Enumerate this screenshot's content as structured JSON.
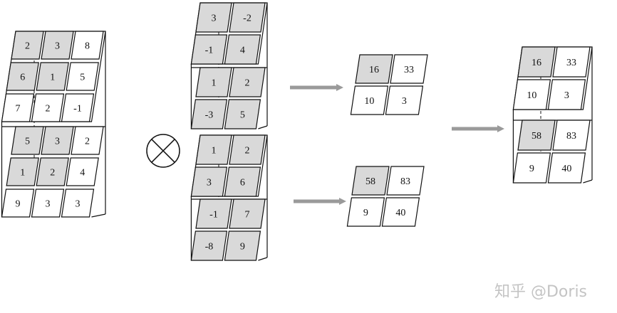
{
  "colors": {
    "shaded": "#d9d9d9",
    "plain": "#ffffff",
    "stroke": "#111111",
    "arrow": "#9a9a9a",
    "watermark": "#c4c4c4"
  },
  "input_tensor": {
    "layers": [
      [
        [
          "2",
          "3",
          "8"
        ],
        [
          "6",
          "1",
          "5"
        ],
        [
          "7",
          "2",
          "-1"
        ]
      ],
      [
        [
          "5",
          "3",
          "2"
        ],
        [
          "1",
          "2",
          "4"
        ],
        [
          "9",
          "3",
          "3"
        ]
      ]
    ],
    "shaded": [
      [
        [
          true,
          true,
          false
        ],
        [
          true,
          true,
          false
        ],
        [
          false,
          false,
          false
        ]
      ],
      [
        [
          true,
          true,
          false
        ],
        [
          true,
          true,
          false
        ],
        [
          false,
          false,
          false
        ]
      ]
    ]
  },
  "operator": {
    "symbol_icon": "circled-times-icon"
  },
  "kernels": [
    {
      "layers": [
        [
          [
            "3",
            "-2"
          ],
          [
            "-1",
            "4"
          ]
        ],
        [
          [
            "1",
            "2"
          ],
          [
            "-3",
            "5"
          ]
        ]
      ]
    },
    {
      "layers": [
        [
          [
            "1",
            "2"
          ],
          [
            "3",
            "6"
          ]
        ],
        [
          [
            "-1",
            "7"
          ],
          [
            "-8",
            "9"
          ]
        ]
      ]
    }
  ],
  "outputs": [
    {
      "cells": [
        [
          "16",
          "33"
        ],
        [
          "10",
          "3"
        ]
      ],
      "shaded": [
        [
          true,
          false
        ],
        [
          false,
          false
        ]
      ]
    },
    {
      "cells": [
        [
          "58",
          "83"
        ],
        [
          "9",
          "40"
        ]
      ],
      "shaded": [
        [
          true,
          false
        ],
        [
          false,
          false
        ]
      ]
    }
  ],
  "result_tensor": {
    "layers": [
      [
        [
          "16",
          "33"
        ],
        [
          "10",
          "3"
        ]
      ],
      [
        [
          "58",
          "83"
        ],
        [
          "9",
          "40"
        ]
      ]
    ],
    "shaded": [
      [
        [
          true,
          false
        ],
        [
          false,
          false
        ]
      ],
      [
        [
          true,
          false
        ],
        [
          false,
          false
        ]
      ]
    ]
  },
  "watermark": "知乎 @Doris"
}
